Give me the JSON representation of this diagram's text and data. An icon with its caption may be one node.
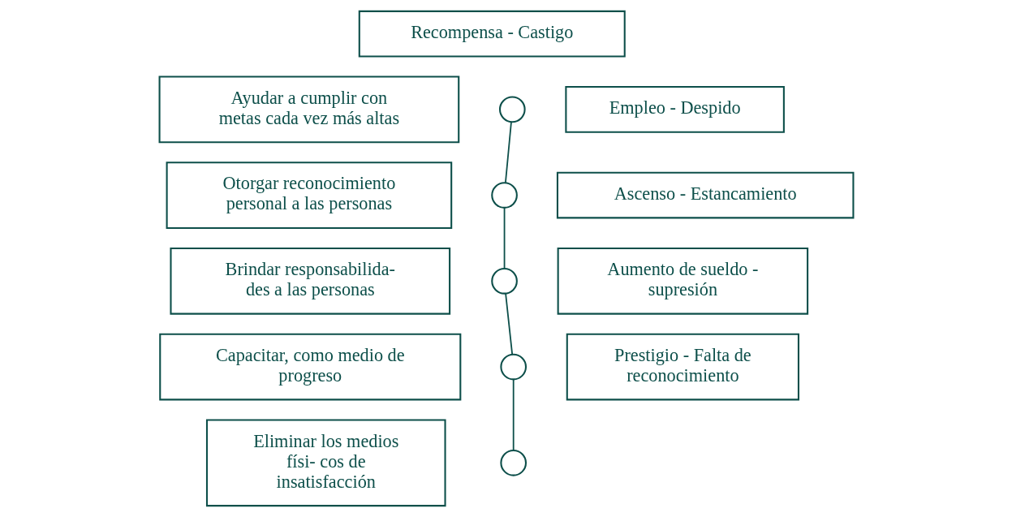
{
  "diagram": {
    "nodes": [
      {
        "text": [
          "Recompensa - Castigo"
        ]
      },
      {
        "text": [
          "Ayudar a cumplir con metas cada vez más altas"
        ]
      },
      {
        "text": [
          "Empleo - Despido"
        ]
      },
      {
        "text": [
          "Otorgar reconocimiento personal a las personas"
        ]
      },
      {
        "text": [
          "Ascenso - Estancamiento"
        ]
      },
      {
        "text": [
          "Brindar responsabilida- des a las personas"
        ]
      },
      {
        "text": [
          "Aumento de sueldo - supresión"
        ]
      },
      {
        "text": [
          "Capacitar, como medio de progreso"
        ]
      },
      {
        "text": [
          "Prestigio - Falta de reconocimiento"
        ]
      },
      {
        "text": [
          "Eliminar los medios físi- cos de insatisfacción"
        ]
      },
      {
        "text": [],
        "shape": "circle"
      },
      {
        "text": [],
        "shape": "circle"
      },
      {
        "text": [],
        "shape": "circle"
      },
      {
        "text": [],
        "shape": "circle"
      },
      {
        "text": [],
        "shape": "circle"
      }
    ],
    "edges": [
      {
        "from": 10,
        "to": 11,
        "arrow": "none"
      },
      {
        "from": 11,
        "to": 12,
        "arrow": "none"
      },
      {
        "from": 12,
        "to": 13,
        "arrow": "none"
      },
      {
        "from": 13,
        "to": 14,
        "arrow": "none"
      }
    ]
  }
}
